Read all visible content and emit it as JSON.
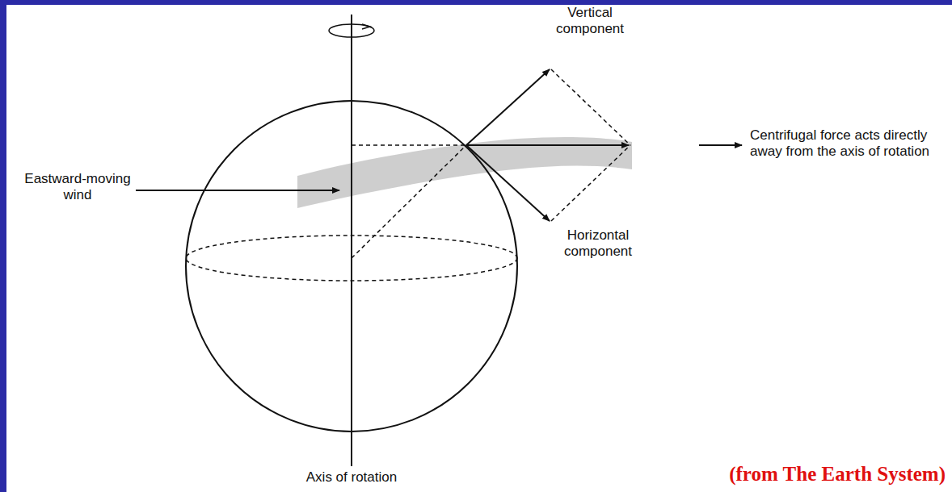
{
  "diagram": {
    "caption": "(from The Earth System)",
    "labels": [
      "Vertical component",
      "Centrifugal force acts directly away from the axis of rotation",
      "Eastward-moving wind",
      "Horizontal component",
      "Axis of rotation"
    ]
  }
}
